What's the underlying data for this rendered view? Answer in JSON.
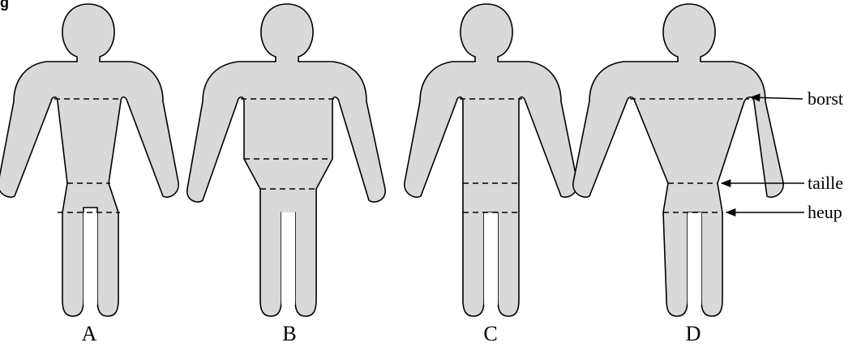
{
  "figure_label": "g",
  "figures": [
    {
      "letter": "A"
    },
    {
      "letter": "B"
    },
    {
      "letter": "C"
    },
    {
      "letter": "D"
    }
  ],
  "callouts": {
    "chest": "borst",
    "waist": "taille",
    "hip": "heup"
  },
  "colors": {
    "body_fill": "#d9d9d9",
    "outline": "#000000"
  }
}
